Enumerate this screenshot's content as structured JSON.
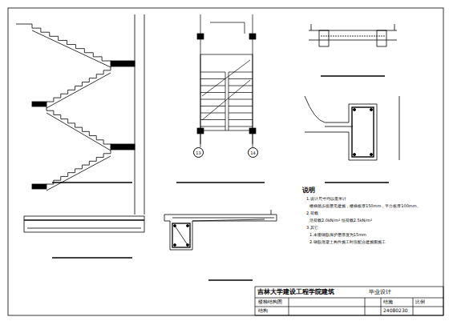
{
  "diagram": {
    "nodes": [
      {
        "text": [
          "13"
        ]
      },
      {
        "text": [
          "14"
        ]
      }
    ],
    "labels": [
      "说明",
      "1.设计尺寸均以毫米计",
      "楼梯踏步面层见建施，楼梯板厚150mm，平台板厚100mm。",
      "2.荷载",
      "活荷载2.0kN/m²      恒荷载2.5kN/m²",
      "3.其它",
      "1.本图钢筋保护层厚度为15mm",
      "2.钢筋混凝土构件施工时应配合建施图施工",
      "吉林大学建设工程学院建筑",
      "毕业设计",
      "楼梯结构图",
      "结构",
      "结施",
      "24080230",
      "比例"
    ]
  }
}
